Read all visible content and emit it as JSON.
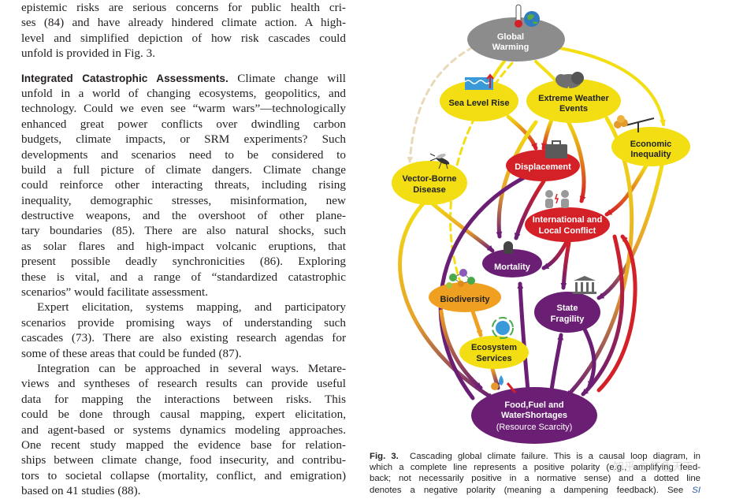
{
  "text": {
    "p0": [
      "epistemic risks are serious concerns for public health cri-",
      "ses (84) and have already hindered climate action. A high-",
      "level and simplified depiction of how risk cascades could",
      "unfold is provided in Fig. 3."
    ],
    "section_head": "Integrated Catastrophic Assessments.",
    "p1_first": " Climate change will",
    "p1": [
      "unfold in a world of changing ecosystems, geopolitics, and",
      "technology. Could we even see “warm wars”—technologically",
      "enhanced great power conflicts over dwindling carbon",
      "budgets, climate impacts, or SRM experiments? Such",
      "developments and scenarios need to be considered to",
      "build a full picture of climate dangers. Climate change",
      "could reinforce other interacting threats, including rising",
      "inequality, demographic stresses, misinformation, new",
      "destructive weapons, and the overshoot of other plane-",
      "tary boundaries (85). There are also natural shocks, such",
      "as solar flares and high-impact volcanic eruptions, that",
      "present possible deadly synchronicities (86). Exploring",
      "these is vital, and a range of “standardized catastrophic",
      "scenarios” would facilitate assessment."
    ],
    "p2": [
      "Expert elicitation, systems mapping, and participatory",
      "scenarios provide promising ways of understanding such",
      "cascades (73). There are also existing research agendas for",
      "some of these areas that could be funded (87)."
    ],
    "p3": [
      "Integration can be approached in several ways. Metare-",
      "views and syntheses of research results can provide useful",
      "data for mapping the interactions between risks. This",
      "could be done through causal mapping, expert elicitation,",
      "and agent-based or systems dynamics modeling approaches.",
      "One recent study mapped the evidence base for relation-",
      "ships between climate change, food insecurity, and contribu-",
      "tors to societal collapse (mortality, conflict, and emigration)",
      "based on 41 studies (88)."
    ]
  },
  "figure": {
    "nodes": {
      "global_warming": [
        "Global",
        "Warming"
      ],
      "sea_level_rise": [
        "Sea Level Rise"
      ],
      "extreme_weather": [
        "Extreme Weather",
        "Events"
      ],
      "economic_inequality": [
        "Economic",
        "Inequality"
      ],
      "displacement": [
        "Displacement"
      ],
      "vector_borne": [
        "Vector-Borne",
        "Disease"
      ],
      "conflict": [
        "International and",
        "Local Conflict"
      ],
      "mortality": [
        "Mortality"
      ],
      "biodiversity": [
        "Biodiversity"
      ],
      "state_fragility": [
        "State",
        "Fragility"
      ],
      "ecosystem_services": [
        "Ecosystem",
        "Services"
      ],
      "food_fuel_water": [
        "Food,Fuel and",
        "WaterShortages",
        "(Resource Scarcity)"
      ]
    },
    "colors": {
      "grey": "#8c8c8c",
      "yellow": "#f2de12",
      "orange": "#f0a020",
      "red": "#d42027",
      "purple": "#6b1f74"
    }
  },
  "caption": {
    "label": "Fig. 3.",
    "line1": "Cascading global climate failure. This is a causal loop diagram, in",
    "line2": "which a complete line represents a positive polarity (e.g., amplifying feed-",
    "line3": "back; not necessarily positive in a normative sense) and a dotted line",
    "line4": "denotes a negative polarity (meaning a dampening feedback). See",
    "si": "SI"
  },
  "watermark": "知乎 @红色天下"
}
